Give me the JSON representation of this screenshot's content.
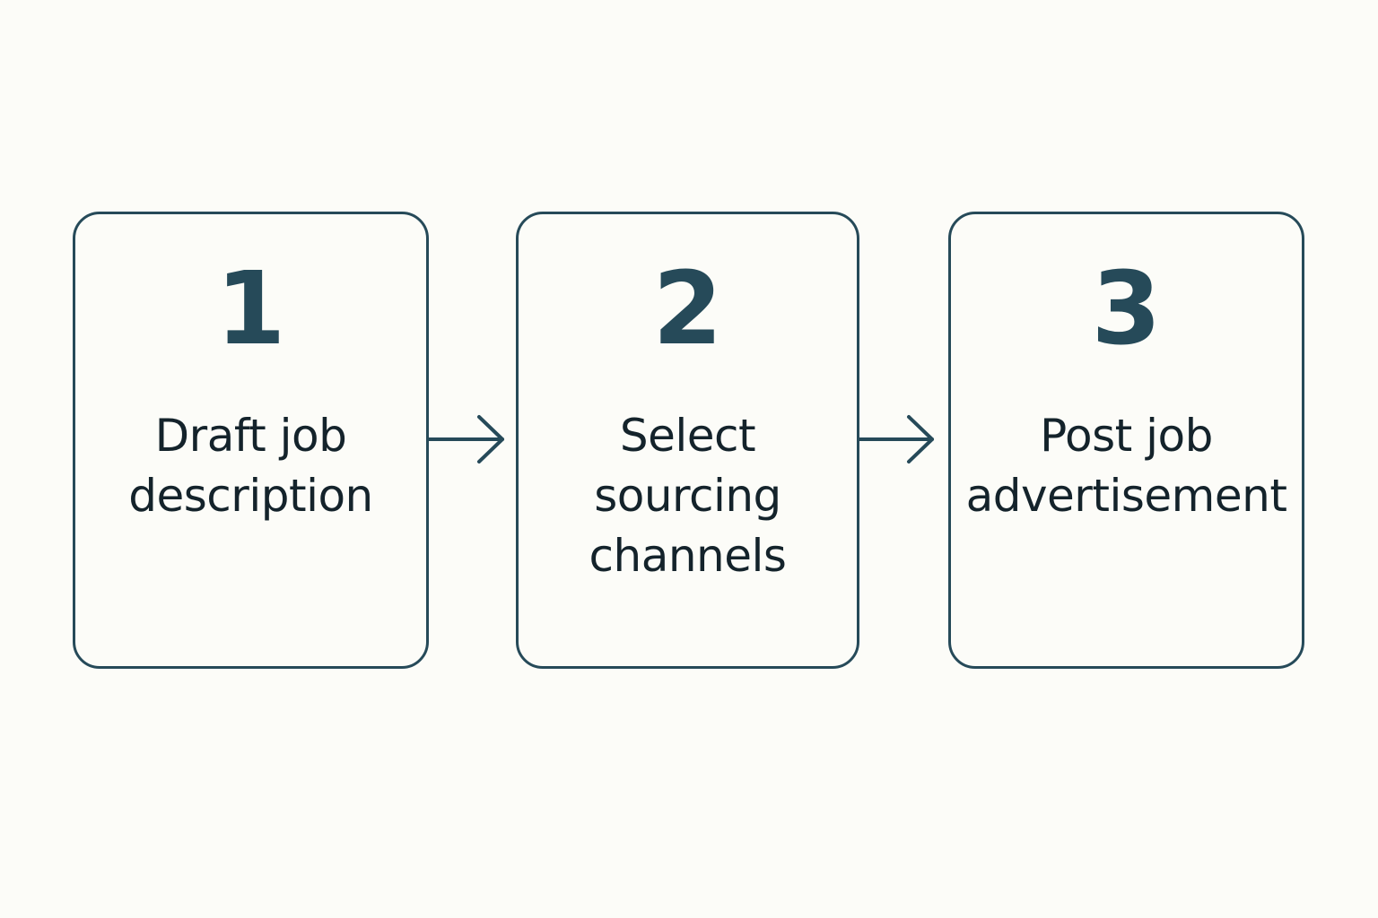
{
  "colors": {
    "background": "#fcfcf8",
    "accent": "#264a59",
    "label_text": "#14232b"
  },
  "steps": [
    {
      "number": "1",
      "label_lines": [
        "Draft job",
        "description"
      ]
    },
    {
      "number": "2",
      "label_lines": [
        "Select",
        "sourcing",
        "channels"
      ]
    },
    {
      "number": "3",
      "label_lines": [
        "Post job",
        "advertisement"
      ]
    }
  ],
  "connectors": [
    {
      "from": "1",
      "to": "2",
      "icon": "arrow-right-icon"
    },
    {
      "from": "2",
      "to": "3",
      "icon": "arrow-right-icon"
    }
  ]
}
